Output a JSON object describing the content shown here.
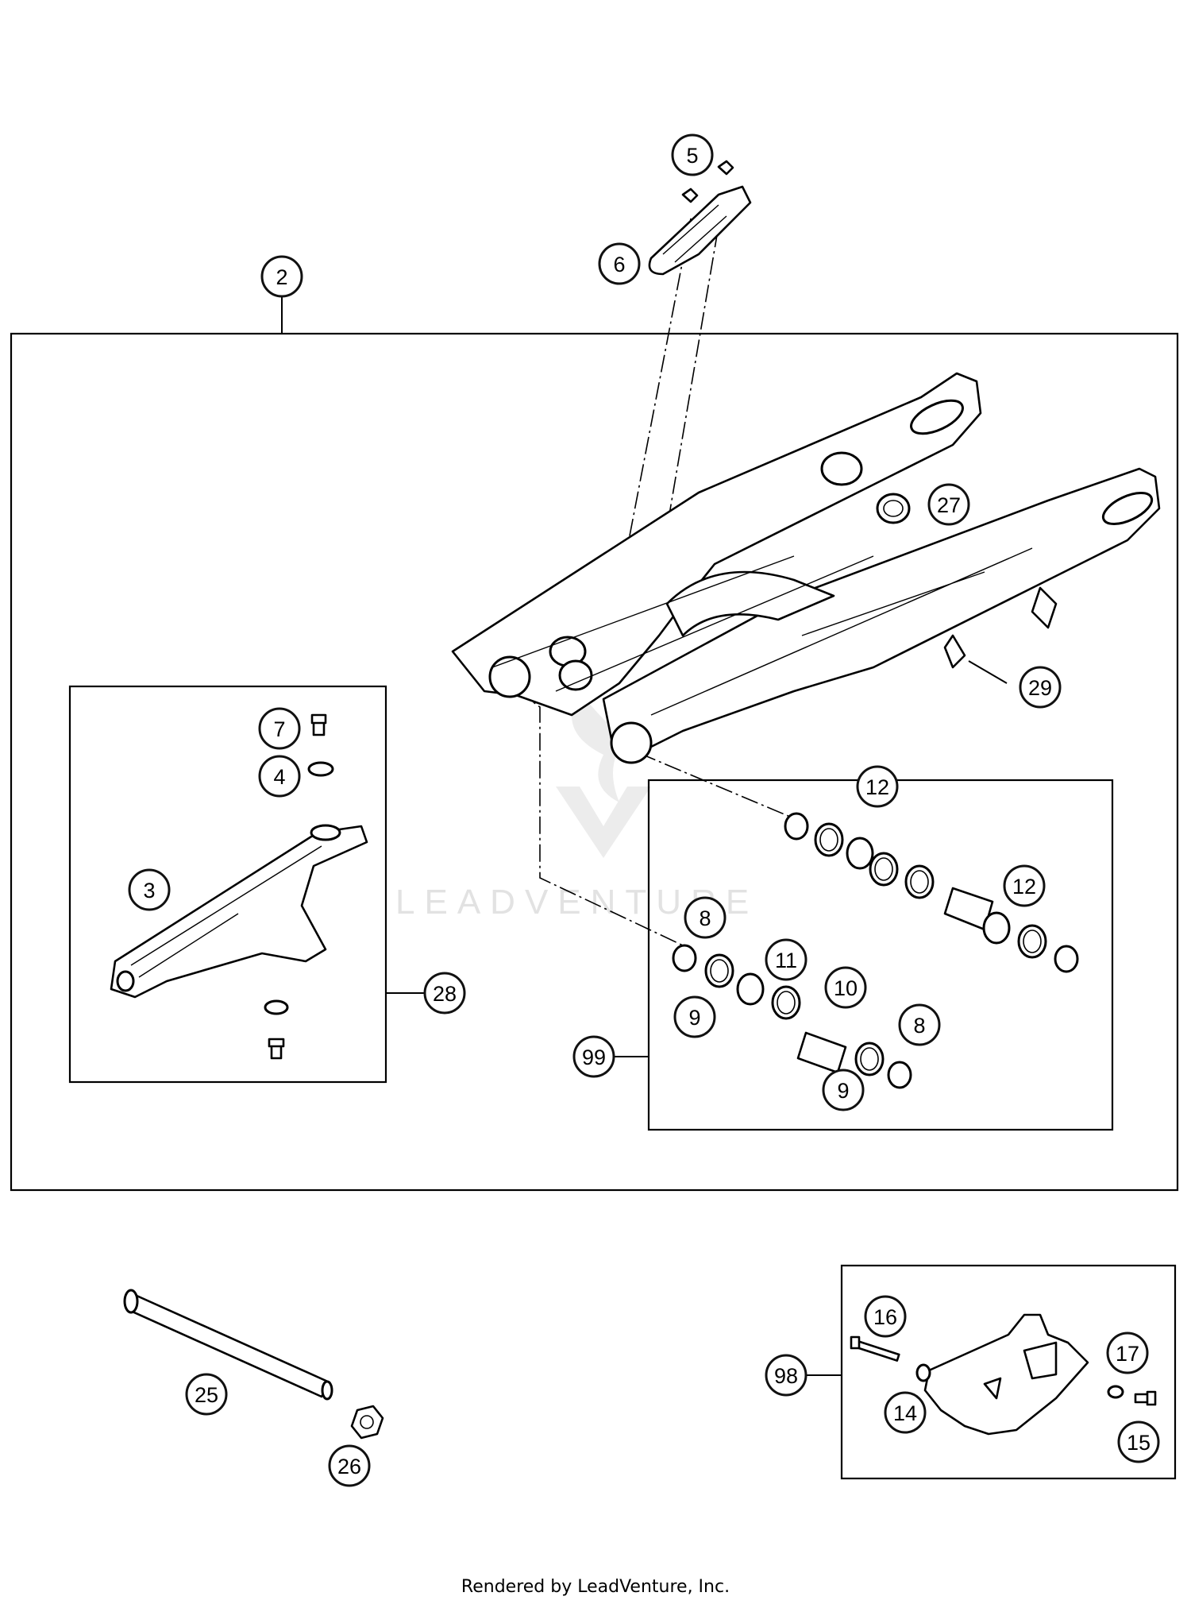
{
  "callouts": [
    "2",
    "3",
    "4",
    "5",
    "6",
    "7",
    "8",
    "8",
    "9",
    "9",
    "10",
    "11",
    "12",
    "12",
    "14",
    "15",
    "16",
    "17",
    "25",
    "26",
    "27",
    "28",
    "29",
    "98",
    "99"
  ],
  "watermark": "LEADVENTURE",
  "footer": "Rendered by LeadVenture, Inc.",
  "colors": {
    "line": "#000000",
    "background": "#ffffff",
    "watermark": "#e2e2e2"
  }
}
